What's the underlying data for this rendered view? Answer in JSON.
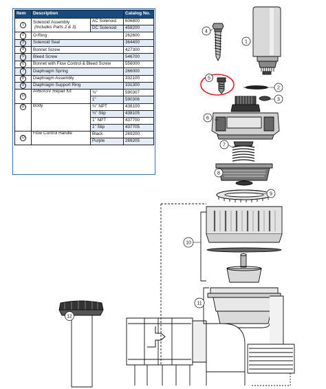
{
  "table": {
    "headers": [
      "Item",
      "Description",
      "Catalog No."
    ],
    "rows": [
      {
        "item": "1",
        "description": "Solenoid Assembly",
        "sub": "(Includes Parts 2 & 3)",
        "options": [
          {
            "variant": "AC Solenoid",
            "catalog": "606800"
          },
          {
            "variant": "DC Solenoid",
            "catalog": "458200"
          }
        ]
      },
      {
        "item": "2",
        "description": "O-Ring",
        "catalog": "262600"
      },
      {
        "item": "3",
        "description": "Solenoid Seal",
        "catalog": "364400"
      },
      {
        "item": "4",
        "description": "Bonnet Screw",
        "catalog": "427300"
      },
      {
        "item": "5",
        "description": "Bleed Screw",
        "catalog": "546700"
      },
      {
        "item": "6",
        "description": "Bonnet with Flow Control & Bleed Screw",
        "catalog": "556000"
      },
      {
        "item": "7",
        "description": "Diaphragm Spring",
        "catalog": "266000"
      },
      {
        "item": "8",
        "description": "Diaphragm Assembly",
        "catalog": "332100"
      },
      {
        "item": "9",
        "description": "Diaphragm Support Ring",
        "catalog": "331300"
      },
      {
        "item": "10",
        "description": "AVB/ASV Repair Kit",
        "options": [
          {
            "variant": "¾\"",
            "catalog": "590307"
          },
          {
            "variant": "1\"",
            "catalog": "590306"
          }
        ]
      },
      {
        "item": "11",
        "description": "Body",
        "options": [
          {
            "variant": "¾\" NPT",
            "catalog": "438100"
          },
          {
            "variant": "¾\" Slip",
            "catalog": "438105"
          },
          {
            "variant": "1\" NPT",
            "catalog": "437700"
          },
          {
            "variant": "1\" Slip",
            "catalog": "437705"
          }
        ]
      },
      {
        "item": "12",
        "description": "Flow Control Handle",
        "options": [
          {
            "variant": "Black",
            "catalog": "269200"
          },
          {
            "variant": "Purple",
            "catalog": "269205"
          }
        ]
      }
    ]
  },
  "callouts": [
    "1",
    "2",
    "3",
    "4",
    "5",
    "6",
    "7",
    "8",
    "9",
    "10",
    "11",
    "12"
  ],
  "colors": {
    "header": "#184a7e",
    "row_alt": "#e3ecf6",
    "frame": "#3b6ea5",
    "highlight": "#e0202a"
  }
}
